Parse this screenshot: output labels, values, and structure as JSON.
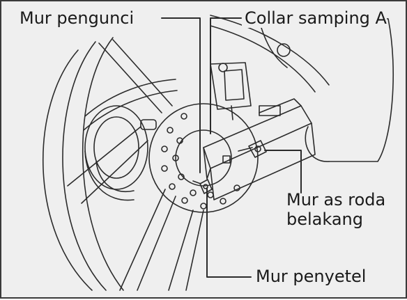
{
  "labels": {
    "lock_nut": "Mur pengunci",
    "side_collar": "Collar samping A",
    "axle_nut_line1": "Mur as roda",
    "axle_nut_line2": "belakang",
    "adjusting_nut": "Mur penyetel"
  },
  "colors": {
    "line": "#2b2b2b",
    "background": "#efefef",
    "border": "#3a3a3a"
  }
}
